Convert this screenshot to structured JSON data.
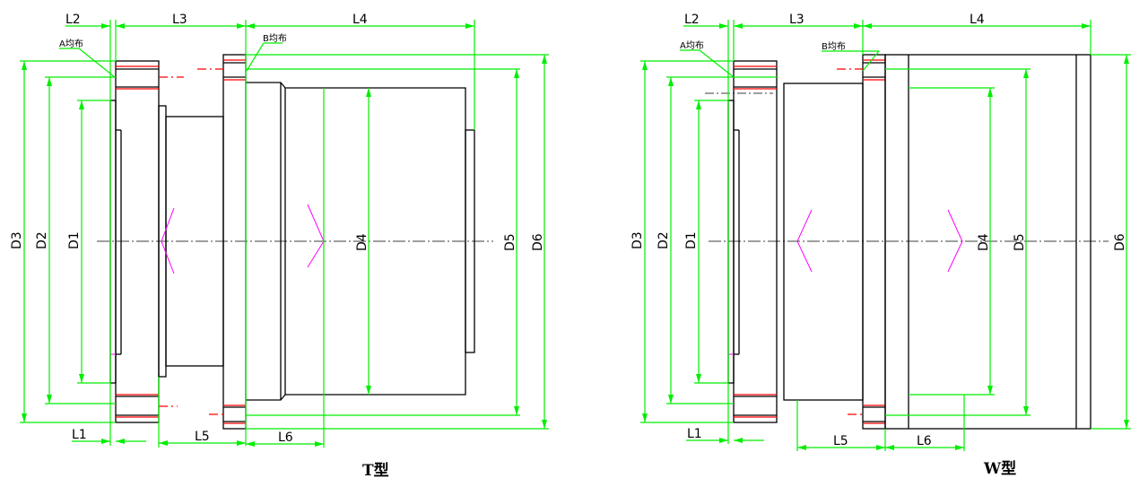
{
  "drawings": [
    {
      "title": "T型",
      "dims": {
        "L1": "L1",
        "L2": "L2",
        "L3": "L3",
        "L4": "L4",
        "L5": "L5",
        "L6": "L6",
        "D1": "D1",
        "D2": "D2",
        "D3": "D3",
        "D4": "D4",
        "D5": "D5",
        "D6": "D6"
      },
      "note_a": "A均布",
      "note_b": "B均布"
    },
    {
      "title": "W型",
      "dims": {
        "L1": "L1",
        "L2": "L2",
        "L3": "L3",
        "L4": "L4",
        "L5": "L5",
        "L6": "L6",
        "D1": "D1",
        "D2": "D2",
        "D3": "D3",
        "D4": "D4",
        "D5": "D5",
        "D6": "D6"
      },
      "note_a": "A均布",
      "note_b": "B均布"
    }
  ],
  "colors": {
    "outline": "#000000",
    "dimension": "#00ee00",
    "bolt_circle": "#ff0000",
    "weld": "#ff00ff"
  }
}
